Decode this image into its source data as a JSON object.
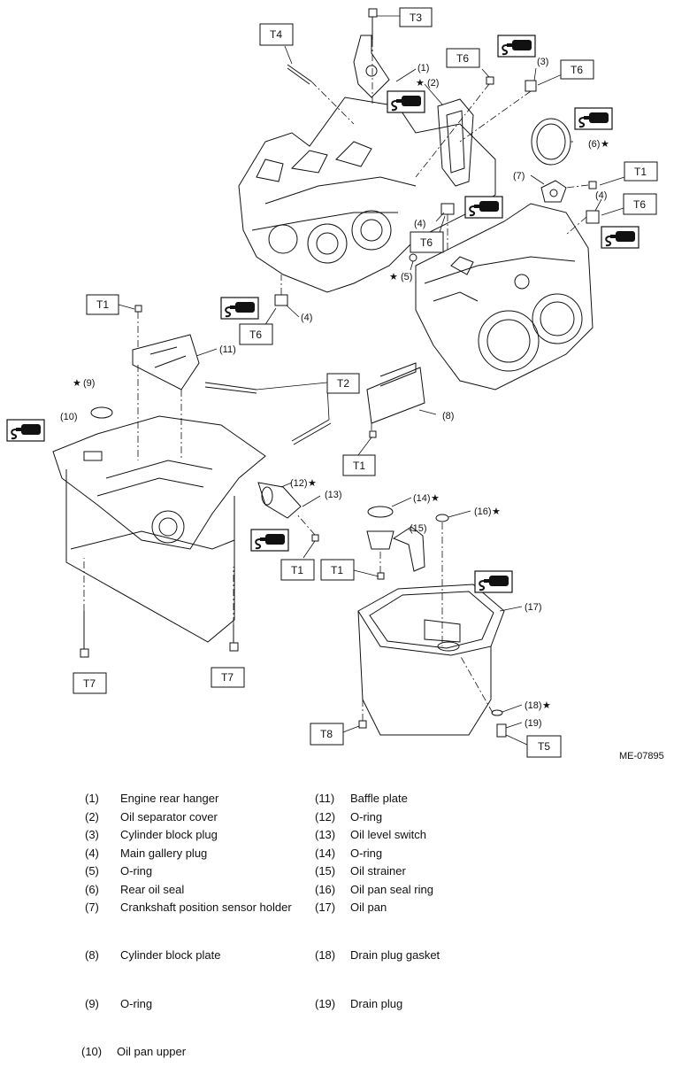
{
  "torque_tags": {
    "t1": "T1",
    "t2": "T2",
    "t3": "T3",
    "t4": "T4",
    "t5": "T5",
    "t6": "T6",
    "t7": "T7",
    "t8": "T8"
  },
  "callouts": {
    "c1": "(1)",
    "c2": "(2)",
    "c3": "(3)",
    "c4": "(4)",
    "c5": "(5)",
    "c6": "(6)",
    "c7": "(7)",
    "c8": "(8)",
    "c9": "(9)",
    "c10": "(10)",
    "c11": "(11)",
    "c12": "(12)",
    "c13": "(13)",
    "c14": "(14)",
    "c15": "(15)",
    "c16": "(16)",
    "c17": "(17)",
    "c18": "(18)",
    "c19": "(19)"
  },
  "star": "★",
  "figure_code": "ME-07895",
  "legend": [
    {
      "num": "(1)",
      "name": "Engine rear hanger"
    },
    {
      "num": "(2)",
      "name": "Oil separator cover"
    },
    {
      "num": "(3)",
      "name": "Cylinder block plug"
    },
    {
      "num": "(4)",
      "name": "Main gallery plug"
    },
    {
      "num": "(5)",
      "name": "O-ring"
    },
    {
      "num": "(6)",
      "name": "Rear oil seal"
    },
    {
      "num": "(7)",
      "name": "Crankshaft position sensor holder"
    },
    {
      "num": "(8)",
      "name": "Cylinder block plate"
    },
    {
      "num": "(9)",
      "name": "O-ring"
    },
    {
      "num": "(10)",
      "name": "Oil pan upper"
    },
    {
      "num": "(11)",
      "name": "Baffle plate"
    },
    {
      "num": "(12)",
      "name": "O-ring"
    },
    {
      "num": "(13)",
      "name": "Oil level switch"
    },
    {
      "num": "(14)",
      "name": "O-ring"
    },
    {
      "num": "(15)",
      "name": "Oil strainer"
    },
    {
      "num": "(16)",
      "name": "Oil pan seal ring"
    },
    {
      "num": "(17)",
      "name": "Oil pan"
    },
    {
      "num": "(18)",
      "name": "Drain plug gasket"
    },
    {
      "num": "(19)",
      "name": "Drain plug"
    }
  ]
}
